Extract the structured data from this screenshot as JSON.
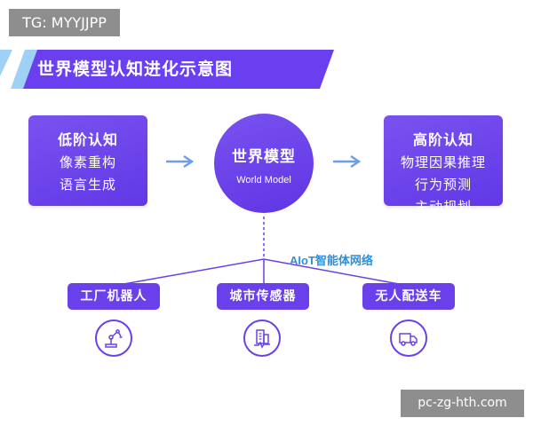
{
  "watermark_top": "TG: MYYJJPP",
  "watermark_bottom": "pc-zg-hth.com",
  "banner": {
    "title": "世界模型认知进化示意图"
  },
  "left_box": {
    "title": "低阶认知",
    "lines": [
      "像素重构",
      "语言生成"
    ]
  },
  "center": {
    "title": "世界模型",
    "subtitle": "World Model"
  },
  "right_box": {
    "title": "高阶认知",
    "lines": [
      "物理因果推理",
      "行为预测",
      "主动规划"
    ]
  },
  "network_label": "AIoT智能体网络",
  "nodes": [
    {
      "label": "工厂机器人",
      "icon": "robot-arm-icon"
    },
    {
      "label": "城市传感器",
      "icon": "city-sensor-icon"
    },
    {
      "label": "无人配送车",
      "icon": "delivery-truck-icon"
    }
  ],
  "colors": {
    "primary": "#6a40ea",
    "banner": "#6a3ff0",
    "arrow": "#6f9ee8",
    "accent_text": "#2f8fd8",
    "watermark": "#8e8e8e"
  }
}
